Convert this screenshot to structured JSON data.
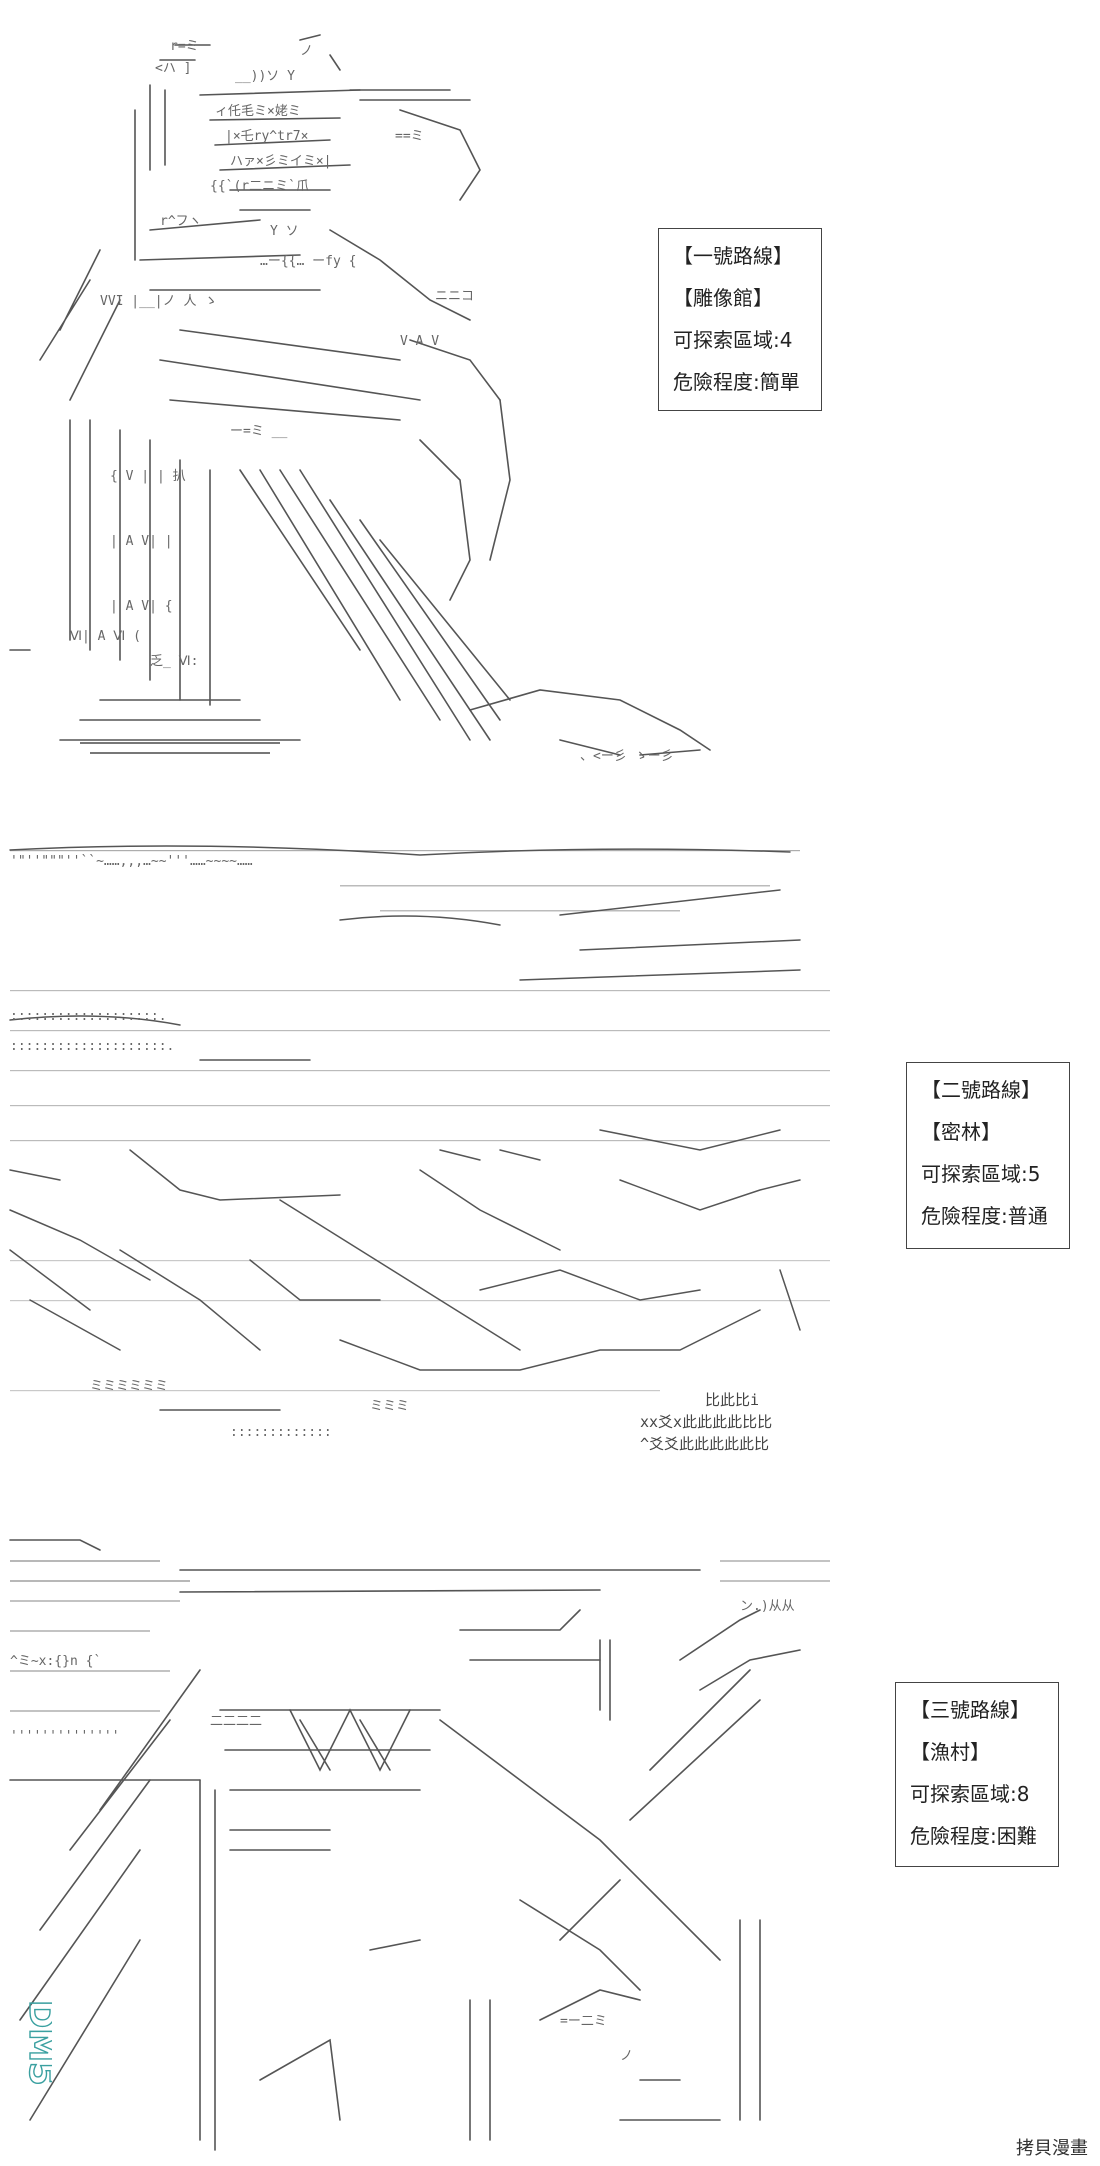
{
  "routes": [
    {
      "title": "【一號路線】",
      "location": "【雕像館】",
      "areas": "可探索區域:4",
      "danger": "危險程度:簡單"
    },
    {
      "title": "【二號路線】",
      "location": "【密林】",
      "areas": "可探索區域:5",
      "danger": "危險程度:普通"
    },
    {
      "title": "【三號路線】",
      "location": "【漁村】",
      "areas": "可探索區域:8",
      "danger": "危險程度:困難"
    }
  ],
  "art_text": {
    "forest_label": "比此比i\nxx爻x此此此此比比\n^爻爻此此此此此比"
  },
  "watermark": {
    "left": "DM5",
    "right": "拷貝漫畫"
  }
}
